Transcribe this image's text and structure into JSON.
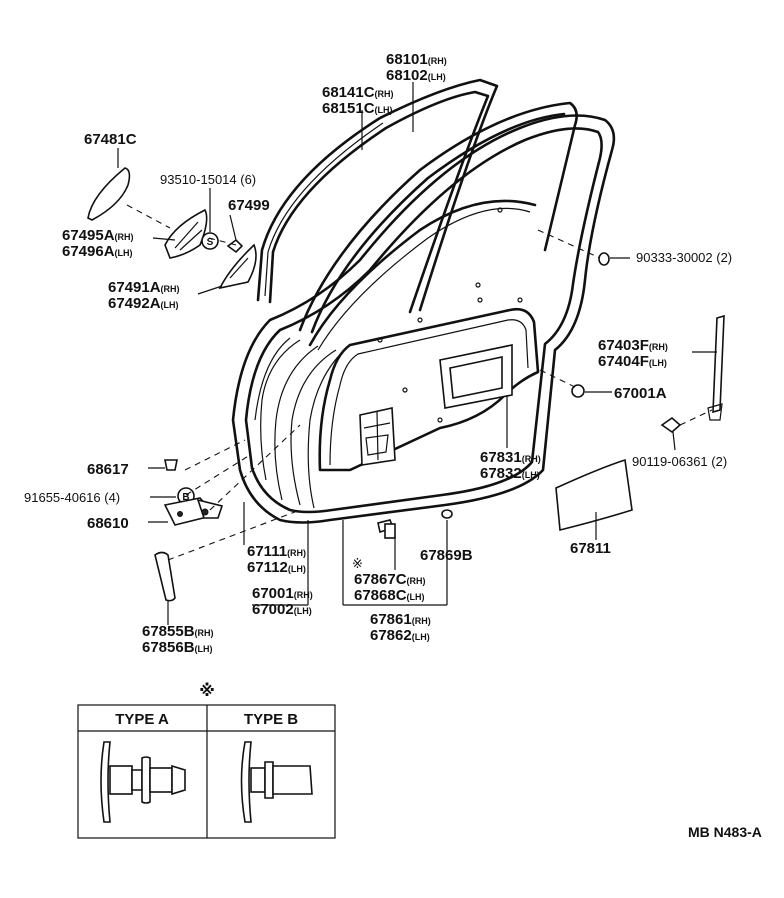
{
  "labels": {
    "p68101": {
      "code": "68101",
      "side": "(RH)"
    },
    "p68102": {
      "code": "68102",
      "side": "(LH)"
    },
    "p68141C": {
      "code": "68141C",
      "side": "(RH)"
    },
    "p68151C": {
      "code": "68151C",
      "side": "(LH)"
    },
    "p67481C": {
      "code": "67481C"
    },
    "p93510": {
      "code": "93510-15014 (6)"
    },
    "p67499": {
      "code": "67499"
    },
    "p67495A": {
      "code": "67495A",
      "side": "(RH)"
    },
    "p67496A": {
      "code": "67496A",
      "side": "(LH)"
    },
    "p67491A": {
      "code": "67491A",
      "side": "(RH)"
    },
    "p67492A": {
      "code": "67492A",
      "side": "(LH)"
    },
    "p90333": {
      "code": "90333-30002 (2)"
    },
    "p67403F": {
      "code": "67403F",
      "side": "(RH)"
    },
    "p67404F": {
      "code": "67404F",
      "side": "(LH)"
    },
    "p67001A": {
      "code": "67001A"
    },
    "p90119": {
      "code": "90119-06361 (2)"
    },
    "p67831": {
      "code": "67831",
      "side": "(RH)"
    },
    "p67832": {
      "code": "67832",
      "side": "(LH)"
    },
    "p68617": {
      "code": "68617"
    },
    "p91655": {
      "code": "91655-40616 (4)"
    },
    "p68610": {
      "code": "68610"
    },
    "p67111": {
      "code": "67111",
      "side": "(RH)"
    },
    "p67112": {
      "code": "67112",
      "side": "(LH)"
    },
    "p67001": {
      "code": "67001",
      "side": "(RH)"
    },
    "p67002": {
      "code": "67002",
      "side": "(LH)"
    },
    "p67867C": {
      "code": "67867C",
      "side": "(RH)"
    },
    "p67868C": {
      "code": "67868C",
      "side": "(LH)"
    },
    "p67869B": {
      "code": "67869B"
    },
    "p67861": {
      "code": "67861",
      "side": "(RH)"
    },
    "p67862": {
      "code": "67862",
      "side": "(LH)"
    },
    "p67811": {
      "code": "67811"
    },
    "p67855B": {
      "code": "67855B",
      "side": "(RH)"
    },
    "p67856B": {
      "code": "67856B",
      "side": "(LH)"
    }
  },
  "callouts": {
    "s": "S",
    "b": "B",
    "star": "※",
    "star_small": "※"
  },
  "table": {
    "type_a": "TYPE A",
    "type_b": "TYPE B"
  },
  "figure_code": "MB N483-A"
}
